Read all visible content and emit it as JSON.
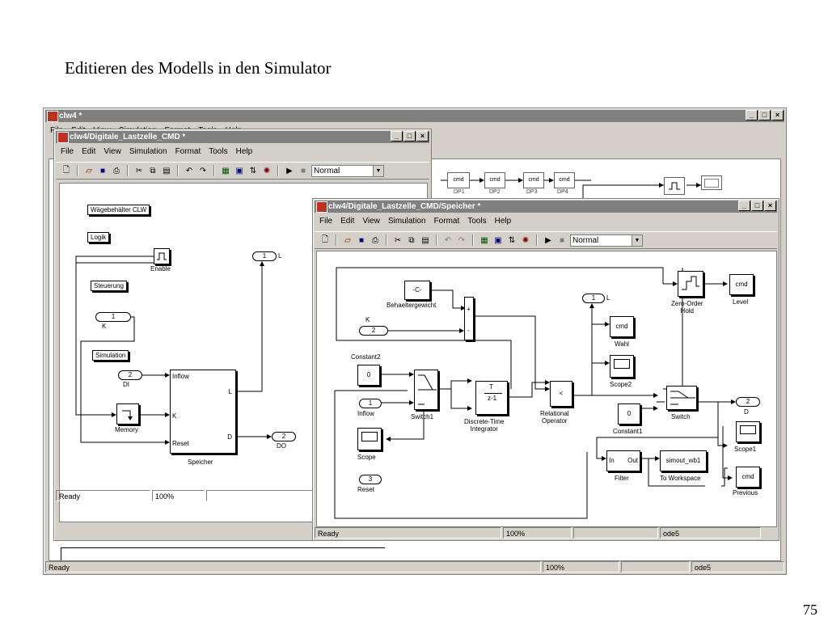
{
  "slide": {
    "title": "Editieren des Modells in den Simulator",
    "page_number": "75"
  },
  "main_window": {
    "title": "clw4 *",
    "menu": [
      "File",
      "Edit",
      "View",
      "Simulation",
      "Format",
      "Tools",
      "Help"
    ],
    "blocks": [
      "cmd",
      "cmd",
      "cmd",
      "cmd"
    ],
    "block_labels": [
      "DP1",
      "DP2",
      "DP3",
      "DP4"
    ],
    "status": {
      "state": "Ready",
      "zoom": "100%",
      "solver": "ode5"
    }
  },
  "mid_window": {
    "title": "clw4/Digitale_Lastzelle_CMD *",
    "menu": [
      "File",
      "Edit",
      "View",
      "Simulation",
      "Format",
      "Tools",
      "Help"
    ],
    "sim_mode": "Normal",
    "annotations": [
      "Wägebehälter CLW",
      "Logik",
      "Steuerung",
      "Simulation"
    ],
    "blocks": {
      "enable": "Enable",
      "out_l": {
        "num": "1",
        "name": "L"
      },
      "in_k": {
        "num": "1",
        "name": "K"
      },
      "in_di": {
        "num": "2",
        "name": "DI"
      },
      "memory": "Memory",
      "speicher": {
        "name": "Speicher",
        "ports": [
          "Inflow",
          "K",
          "Reset",
          "L",
          "D"
        ]
      },
      "out_do": {
        "num": "2",
        "name": "DO"
      }
    },
    "status": {
      "state": "Ready",
      "zoom": "100%"
    }
  },
  "front_window": {
    "title": "clw4/Digitale_Lastzelle_CMD/Speicher *",
    "menu": [
      "File",
      "Edit",
      "View",
      "Simulation",
      "Format",
      "Tools",
      "Help"
    ],
    "sim_mode": "Normal",
    "blocks": {
      "const_c": {
        "value": "-C-",
        "name": "Behaeltergewicht"
      },
      "sum_signs": [
        "+",
        "-"
      ],
      "in_k": {
        "num": "2",
        "name": "K"
      },
      "constant2": {
        "name": "Constant2",
        "value": "0"
      },
      "in_inflow": {
        "num": "1",
        "name": "Inflow"
      },
      "in_reset": {
        "num": "3",
        "name": "Reset"
      },
      "scope": "Scope",
      "switch1": "Switch1",
      "integrator": {
        "name": "Discrete-Time\nIntegrator",
        "num": "T",
        "den": "z-1"
      },
      "relop": {
        "symbol": "<",
        "name": "Relational\nOperator"
      },
      "out_l": {
        "num": "1",
        "name": "L"
      },
      "wahl": {
        "text": "cmd",
        "name": "Wahl"
      },
      "scope2": "Scope2",
      "constant1": {
        "value": "0",
        "name": "Constant1"
      },
      "switch": "Switch",
      "out_d": {
        "num": "2",
        "name": "D"
      },
      "zoh": "Zero-Order\nHold",
      "level": {
        "text": "cmd",
        "name": "Level"
      },
      "scope1": "Scope1",
      "previous": {
        "text": "cmd",
        "name": "Previous"
      },
      "filter": {
        "in": "In",
        "out": "Out",
        "name": "Filter"
      },
      "to_ws": {
        "value": "simout_wb1",
        "name": "To Workspace"
      }
    },
    "status": {
      "state": "Ready",
      "zoom": "100%",
      "solver": "ode5"
    }
  },
  "icons": {
    "colors": {
      "titlebar": "#808080",
      "window": "#d4d0c8",
      "accent": "#c03020"
    }
  }
}
